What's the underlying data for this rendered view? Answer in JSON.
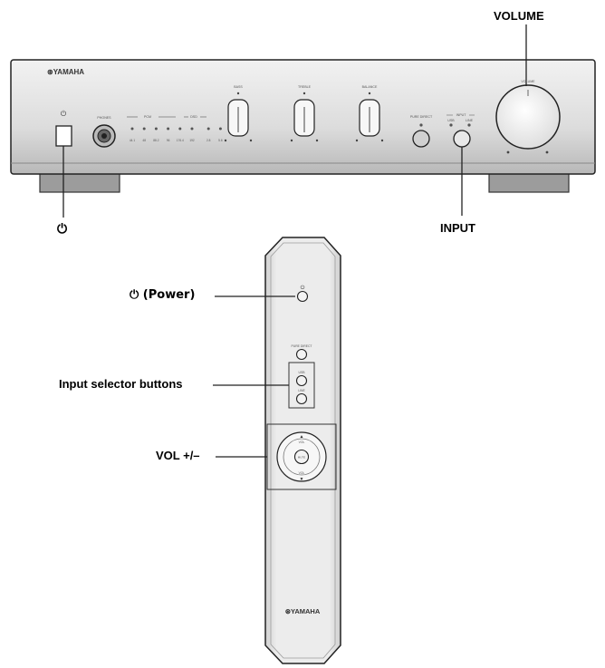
{
  "callouts": {
    "volume": "VOLUME",
    "input": "INPUT",
    "power_symbol": "⏻",
    "power": "⏻ (Power)",
    "input_selector": "Input selector buttons",
    "vol": "VOL +/–"
  },
  "amplifier": {
    "brand": "YAMAHA",
    "phones_label": "PHONES",
    "pcm_label": "PCM",
    "dsd_label": "DSD",
    "pcm_rates": [
      "44.1",
      "48",
      "88.2",
      "96",
      "176.4",
      "192"
    ],
    "dsd_rates": [
      "2.8",
      "5.6"
    ],
    "bass_label": "BASS",
    "treble_label": "TREBLE",
    "balance_label": "BALANCE",
    "pure_direct_label": "PURE DIRECT",
    "input_label": "INPUT",
    "usb_label": "USB",
    "line_label": "LINE",
    "volume_label": "VOLUME"
  },
  "remote": {
    "pure_direct_label": "PURE DIRECT",
    "usb_label": "USB",
    "line_label": "LINE",
    "vol_up_label": "VOL",
    "vol_down_label": "VOL",
    "mute_label": "MUTE",
    "brand": "YAMAHA"
  },
  "colors": {
    "panel_light": "#e6e6e6",
    "panel_dark": "#bdbdbd",
    "line": "#222222"
  }
}
